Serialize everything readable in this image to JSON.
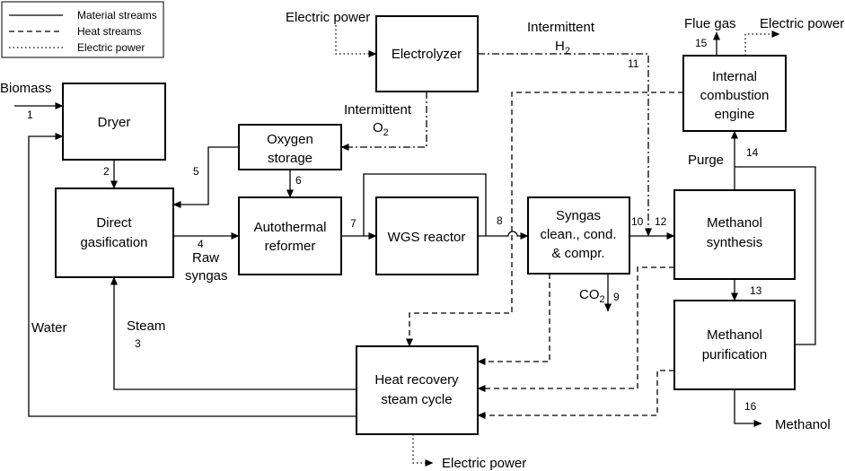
{
  "legend": {
    "material": "Material streams",
    "heat": "Heat streams",
    "power": "Electric power"
  },
  "blocks": {
    "dryer": [
      "Dryer"
    ],
    "gasification": [
      "Direct",
      "gasification"
    ],
    "oxygen_storage": [
      "Oxygen",
      "storage"
    ],
    "electrolyzer": [
      "Electrolyzer"
    ],
    "atr": [
      "Autothermal",
      "reformer"
    ],
    "wgs": [
      "WGS reactor"
    ],
    "syngas": [
      "Syngas",
      "clean., cond.",
      "& compr."
    ],
    "ice": [
      "Internal",
      "combustion",
      "engine"
    ],
    "methanol_synthesis": [
      "Methanol",
      "synthesis"
    ],
    "methanol_purification": [
      "Methanol",
      "purification"
    ],
    "hrsc": [
      "Heat recovery",
      "steam cycle"
    ]
  },
  "labels": {
    "biomass": "Biomass",
    "electric_power_top": "Electric power",
    "intermittent_h2": "Intermittent",
    "h2": "H",
    "h2_sub": "2",
    "intermittent_o2": "Intermittent",
    "o2": "O",
    "o2_sub": "2",
    "flue_gas": "Flue gas",
    "electric_power_right": "Electric power",
    "purge": "Purge",
    "raw_syngas_1": "Raw",
    "raw_syngas_2": "syngas",
    "co2": "CO",
    "co2_sub": "2",
    "water": "Water",
    "steam": "Steam",
    "methanol": "Methanol",
    "electric_power_bottom": "Electric power"
  },
  "streams": {
    "s1": "1",
    "s2": "2",
    "s3": "3",
    "s4": "4",
    "s5": "5",
    "s6": "6",
    "s7": "7",
    "s8": "8",
    "s9": "9",
    "s10": "10",
    "s11": "11",
    "s12": "12",
    "s13": "13",
    "s14": "14",
    "s15": "15",
    "s16": "16"
  }
}
